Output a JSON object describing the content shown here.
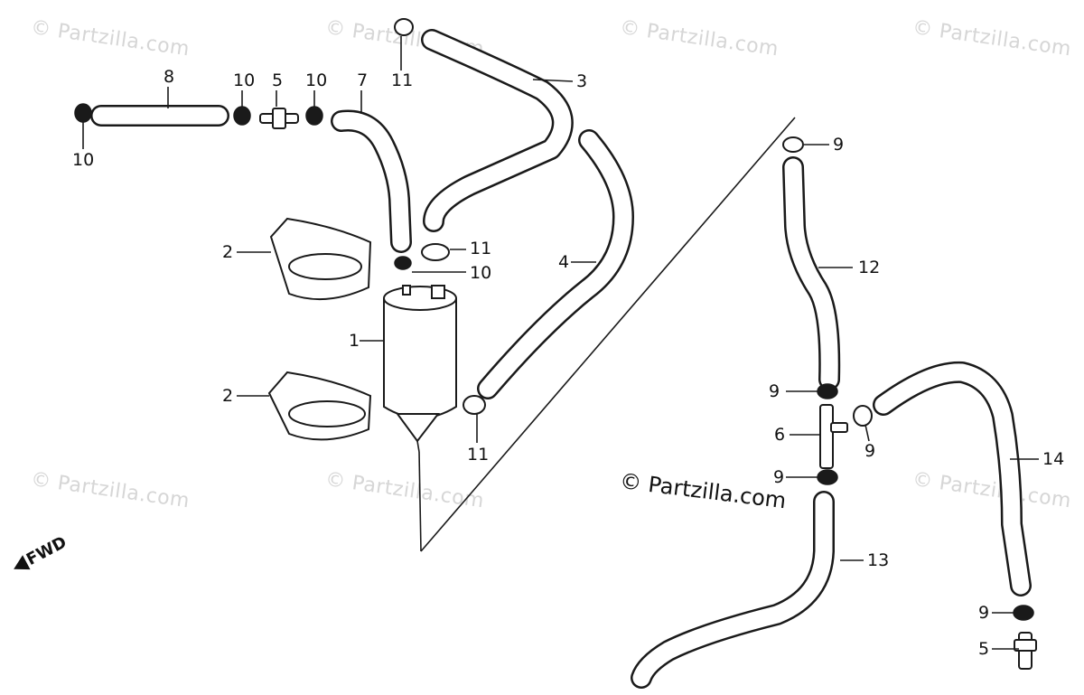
{
  "watermark": {
    "main_text": "© Partzilla.com",
    "repeat_text": "© Partzilla.com"
  },
  "direction_label": "FWD",
  "callouts": {
    "c1": "1",
    "c2a": "2",
    "c2b": "2",
    "c3": "3",
    "c4": "4",
    "c5a": "5",
    "c5b": "5",
    "c6": "6",
    "c7": "7",
    "c8": "8",
    "c9a": "9",
    "c9b": "9",
    "c9c": "9",
    "c9d": "9",
    "c9e": "9",
    "c10a": "10",
    "c10b": "10",
    "c10c": "10",
    "c10d": "10",
    "c11a": "11",
    "c11b": "11",
    "c11c": "11",
    "c12": "12",
    "c13": "13",
    "c14": "14"
  }
}
